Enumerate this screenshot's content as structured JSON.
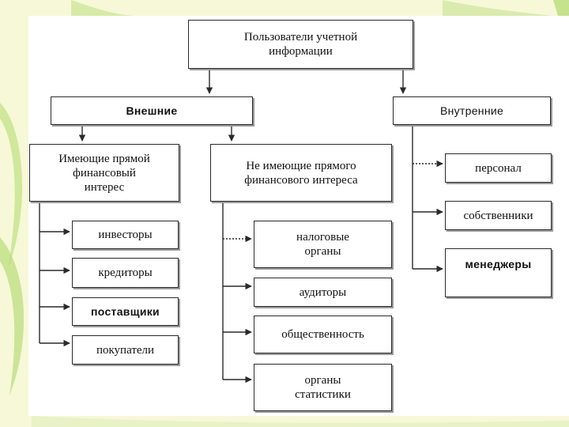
{
  "root": {
    "label": "Пользователи учетной\nинформации"
  },
  "external": {
    "label": "Внешние",
    "direct": {
      "label": "Имеющие прямой\nфинансовый\nинтерес",
      "items": [
        "инвесторы",
        "кредиторы",
        "поставщики",
        "покупатели"
      ]
    },
    "indirect": {
      "label": "Не имеющие прямого\nфинансового интереса",
      "items": [
        "налоговые\nорганы",
        "аудиторы",
        "общественность",
        "органы\nстатистики"
      ]
    }
  },
  "internal": {
    "label": "Внутренние",
    "items": [
      "персонал",
      "собственники",
      "менеджеры"
    ]
  },
  "colors": {
    "line": "#2a2a2a",
    "background": "#f6f8d8",
    "leaf_green": "#b9dc7a"
  }
}
